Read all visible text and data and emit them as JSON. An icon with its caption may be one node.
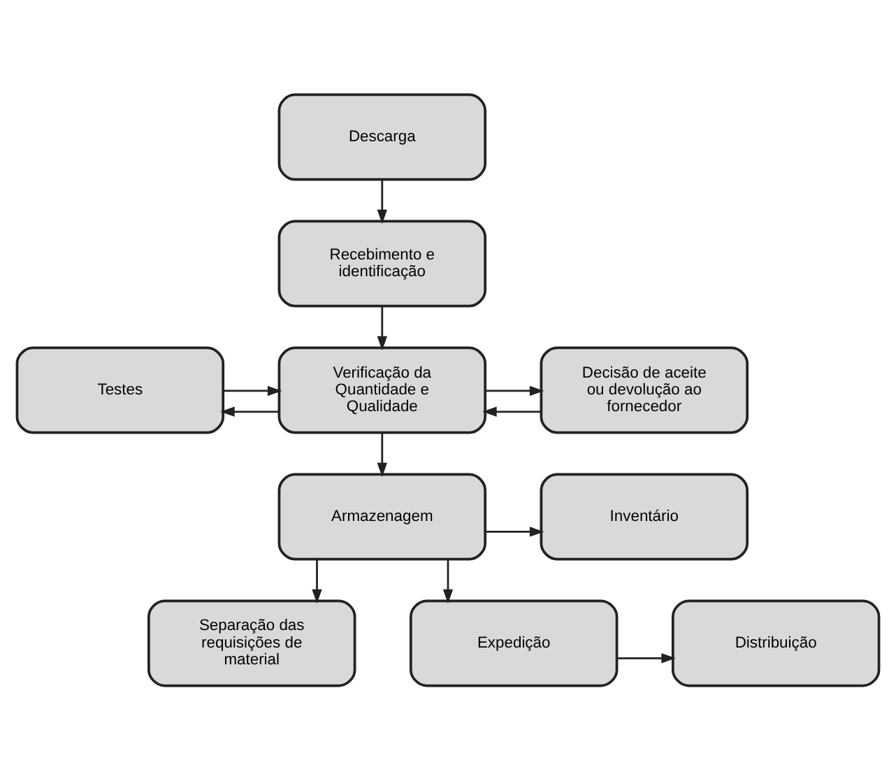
{
  "diagram": {
    "nodes": [
      {
        "text": [
          "Descarga"
        ]
      },
      {
        "text": [
          "Recebimento e identificação"
        ]
      },
      {
        "text": [
          "Testes"
        ]
      },
      {
        "text": [
          "Verificação da Quantidade e Qualidade"
        ]
      },
      {
        "text": [
          "Decisão de aceite ou devolução ao fornecedor"
        ]
      },
      {
        "text": [
          "Armazenagem"
        ]
      },
      {
        "text": [
          "Inventário"
        ]
      },
      {
        "text": [
          "Separação das requisições de material"
        ]
      },
      {
        "text": [
          "Expedição"
        ]
      },
      {
        "text": [
          "Distribuição"
        ]
      }
    ],
    "edges": [
      {
        "from": 0,
        "to": 1,
        "arrow": "to"
      },
      {
        "from": 1,
        "to": 3,
        "arrow": "to"
      },
      {
        "from": 3,
        "to": 2,
        "arrow": "to"
      },
      {
        "from": 2,
        "to": 3,
        "arrow": "to"
      },
      {
        "from": 3,
        "to": 4,
        "arrow": "to"
      },
      {
        "from": 4,
        "to": 3,
        "arrow": "to"
      },
      {
        "from": 3,
        "to": 5,
        "arrow": "to"
      },
      {
        "from": 5,
        "to": 6,
        "arrow": "to"
      },
      {
        "from": 5,
        "to": 7,
        "arrow": "to"
      },
      {
        "from": 5,
        "to": 8,
        "arrow": "to"
      },
      {
        "from": 8,
        "to": 9,
        "arrow": "to"
      }
    ]
  }
}
